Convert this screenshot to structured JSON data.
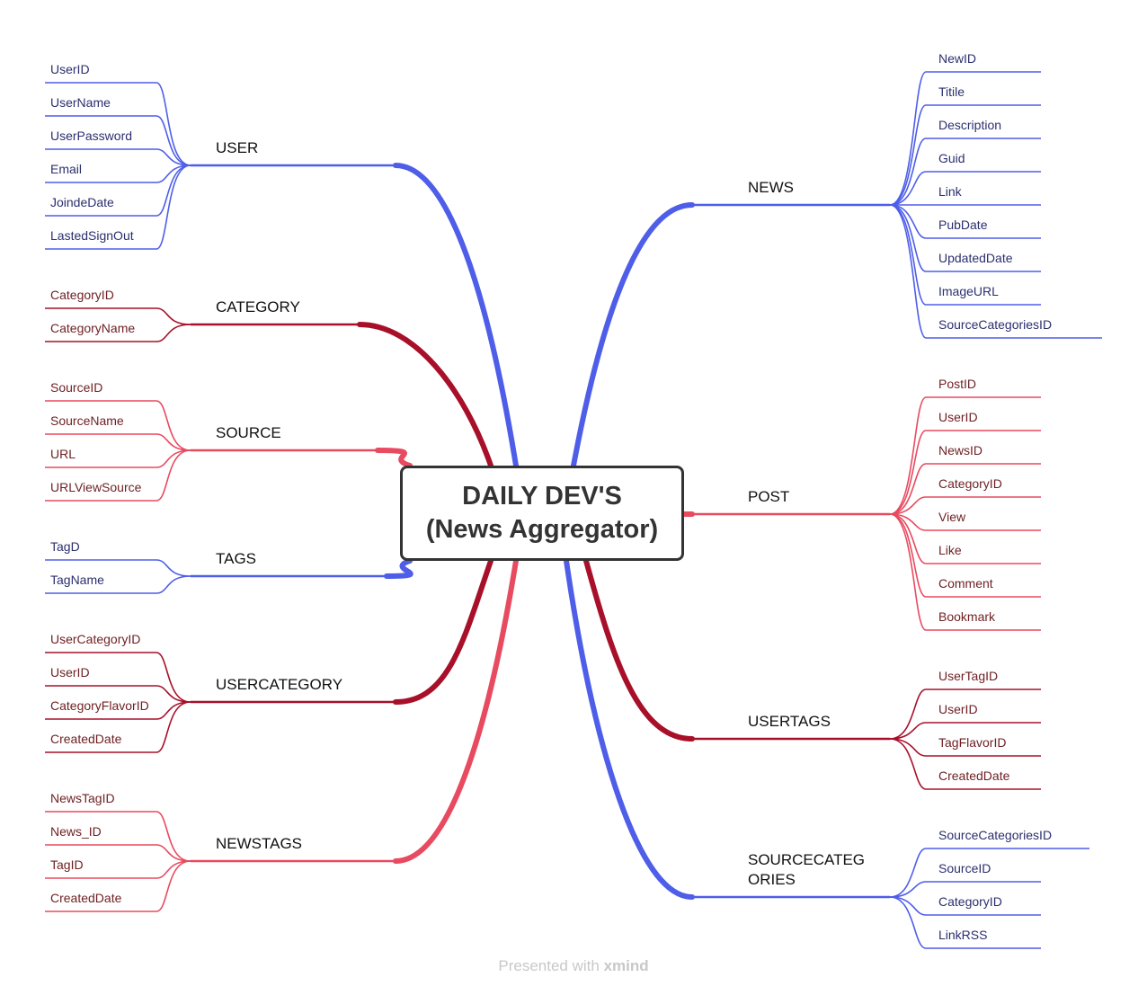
{
  "center": {
    "line1": "DAILY DEV'S",
    "line2": "(News Aggregator)"
  },
  "footer": {
    "prefix": "Presented with ",
    "brand": "xmind"
  },
  "colors": {
    "blue": "#4e5ee8",
    "darkred": "#a8102a",
    "red": "#e84a5f",
    "text": "#333333",
    "frame": "#333333"
  },
  "topics": [
    {
      "key": "user",
      "title": "USER",
      "side": "left",
      "color": "blue",
      "fields": [
        "UserID",
        "UserName",
        "UserPassword",
        "Email",
        "JoindeDate",
        "LastedSignOut"
      ]
    },
    {
      "key": "category",
      "title": "CATEGORY",
      "side": "left",
      "color": "darkred",
      "fields": [
        "CategoryID",
        "CategoryName"
      ]
    },
    {
      "key": "source",
      "title": "SOURCE",
      "side": "left",
      "color": "red",
      "fields": [
        "SourceID",
        "SourceName",
        "URL",
        "URLViewSource"
      ]
    },
    {
      "key": "tags",
      "title": "TAGS",
      "side": "left",
      "color": "blue",
      "fields": [
        "TagD",
        "TagName"
      ]
    },
    {
      "key": "usercategory",
      "title": "USERCATEGORY",
      "side": "left",
      "color": "darkred",
      "fields": [
        "UserCategoryID",
        "UserID",
        "CategoryFlavorID",
        "CreatedDate"
      ]
    },
    {
      "key": "newstags",
      "title": "NEWSTAGS",
      "side": "left",
      "color": "red",
      "fields": [
        "NewsTagID",
        "News_ID",
        "TagID",
        "CreatedDate"
      ]
    },
    {
      "key": "news",
      "title": "NEWS",
      "side": "right",
      "color": "blue",
      "fields": [
        "NewID",
        "Titile",
        "Description",
        "Guid",
        "Link",
        "PubDate",
        "UpdatedDate",
        "ImageURL",
        "SourceCategoriesID"
      ]
    },
    {
      "key": "post",
      "title": "POST",
      "side": "right",
      "color": "red",
      "fields": [
        "PostID",
        "UserID",
        "NewsID",
        "CategoryID",
        "View",
        "Like",
        "Comment",
        "Bookmark"
      ]
    },
    {
      "key": "usertags",
      "title": "USERTAGS",
      "side": "right",
      "color": "darkred",
      "fields": [
        "UserTagID",
        "UserID",
        "TagFlavorID",
        "CreatedDate"
      ]
    },
    {
      "key": "sourcecategories",
      "title": "SOURCECATEG\nORIES",
      "side": "right",
      "color": "blue",
      "fields": [
        "SourceCategoriesID",
        "SourceID",
        "CategoryID",
        "LinkRSS"
      ]
    }
  ]
}
